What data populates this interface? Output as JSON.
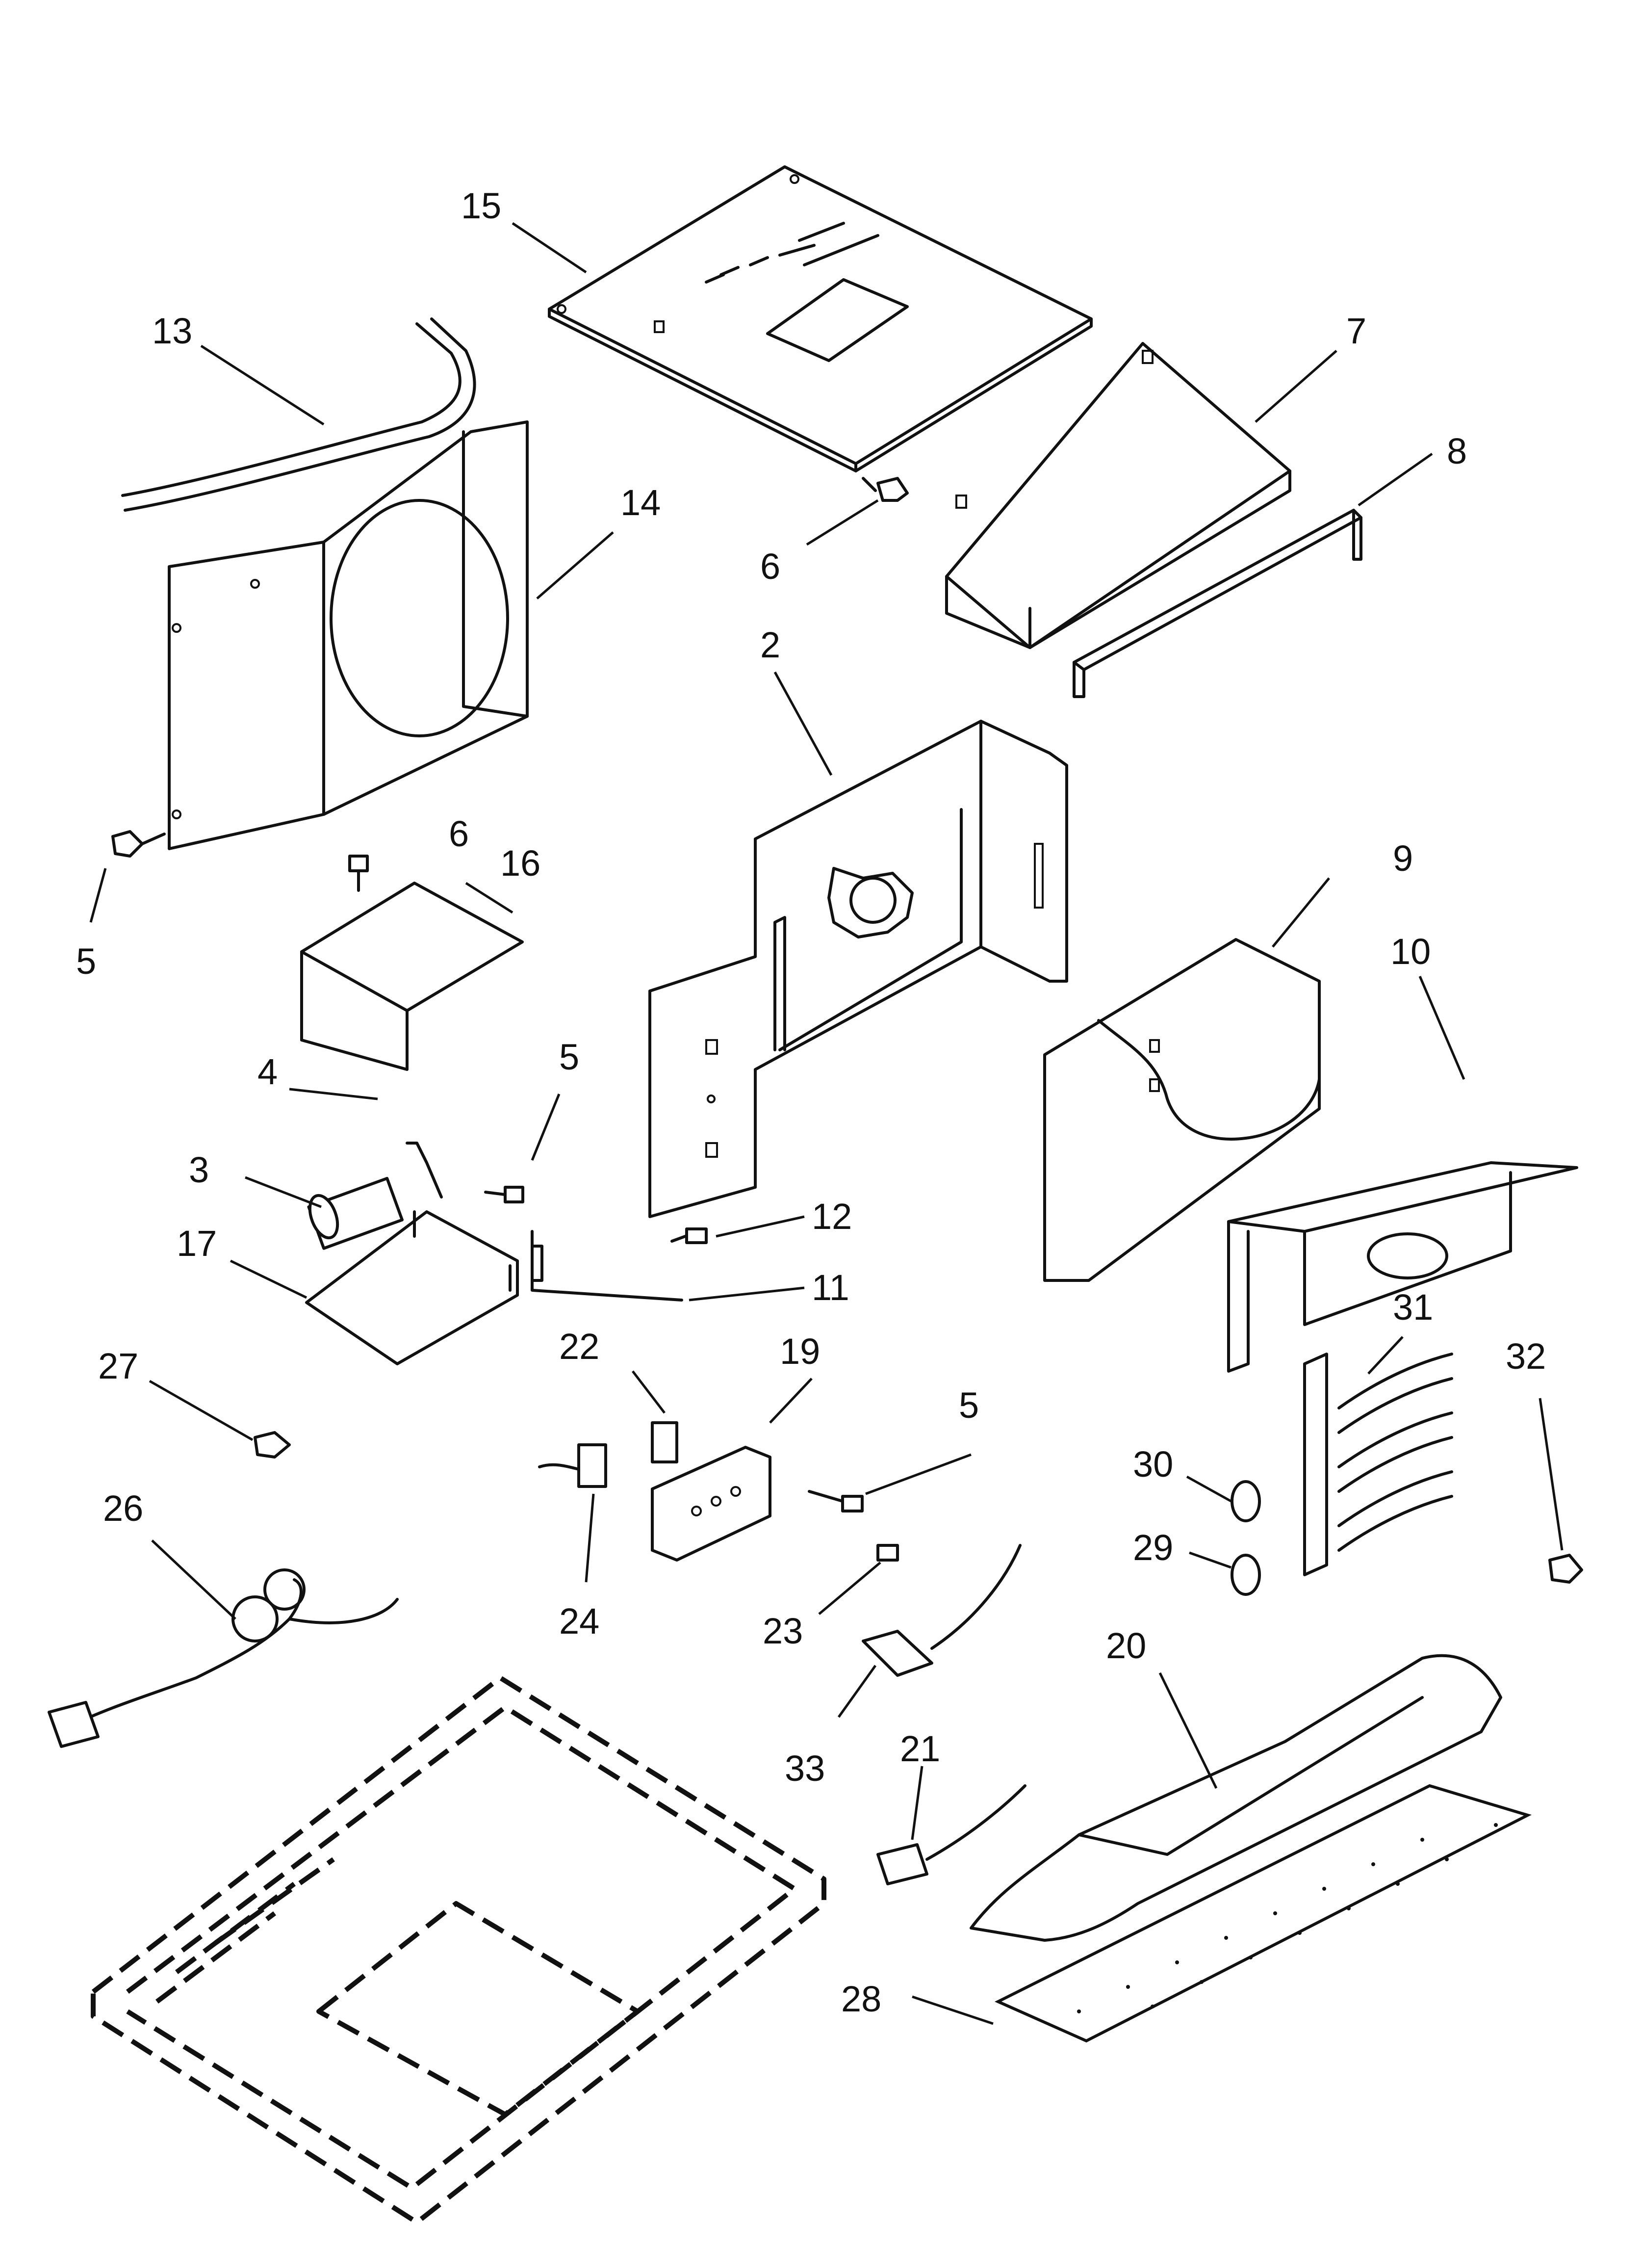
{
  "callouts": [
    {
      "id": "c15",
      "text": "15"
    },
    {
      "id": "c13",
      "text": "13"
    },
    {
      "id": "c7",
      "text": "7"
    },
    {
      "id": "c8",
      "text": "8"
    },
    {
      "id": "c14",
      "text": "14"
    },
    {
      "id": "c6a",
      "text": "6"
    },
    {
      "id": "c2",
      "text": "2"
    },
    {
      "id": "c6b",
      "text": "6"
    },
    {
      "id": "c16",
      "text": "16"
    },
    {
      "id": "c5a",
      "text": "5"
    },
    {
      "id": "c9",
      "text": "9"
    },
    {
      "id": "c10",
      "text": "10"
    },
    {
      "id": "c4",
      "text": "4"
    },
    {
      "id": "c5b",
      "text": "5"
    },
    {
      "id": "c3",
      "text": "3"
    },
    {
      "id": "c12",
      "text": "12"
    },
    {
      "id": "c17",
      "text": "17"
    },
    {
      "id": "c11",
      "text": "11"
    },
    {
      "id": "c31",
      "text": "31"
    },
    {
      "id": "c27",
      "text": "27"
    },
    {
      "id": "c22",
      "text": "22"
    },
    {
      "id": "c19",
      "text": "19"
    },
    {
      "id": "c32",
      "text": "32"
    },
    {
      "id": "c5c",
      "text": "5"
    },
    {
      "id": "c30",
      "text": "30"
    },
    {
      "id": "c26",
      "text": "26"
    },
    {
      "id": "c29",
      "text": "29"
    },
    {
      "id": "c24",
      "text": "24"
    },
    {
      "id": "c23",
      "text": "23"
    },
    {
      "id": "c20",
      "text": "20"
    },
    {
      "id": "c33",
      "text": "33"
    },
    {
      "id": "c21",
      "text": "21"
    },
    {
      "id": "c28",
      "text": "28"
    }
  ]
}
